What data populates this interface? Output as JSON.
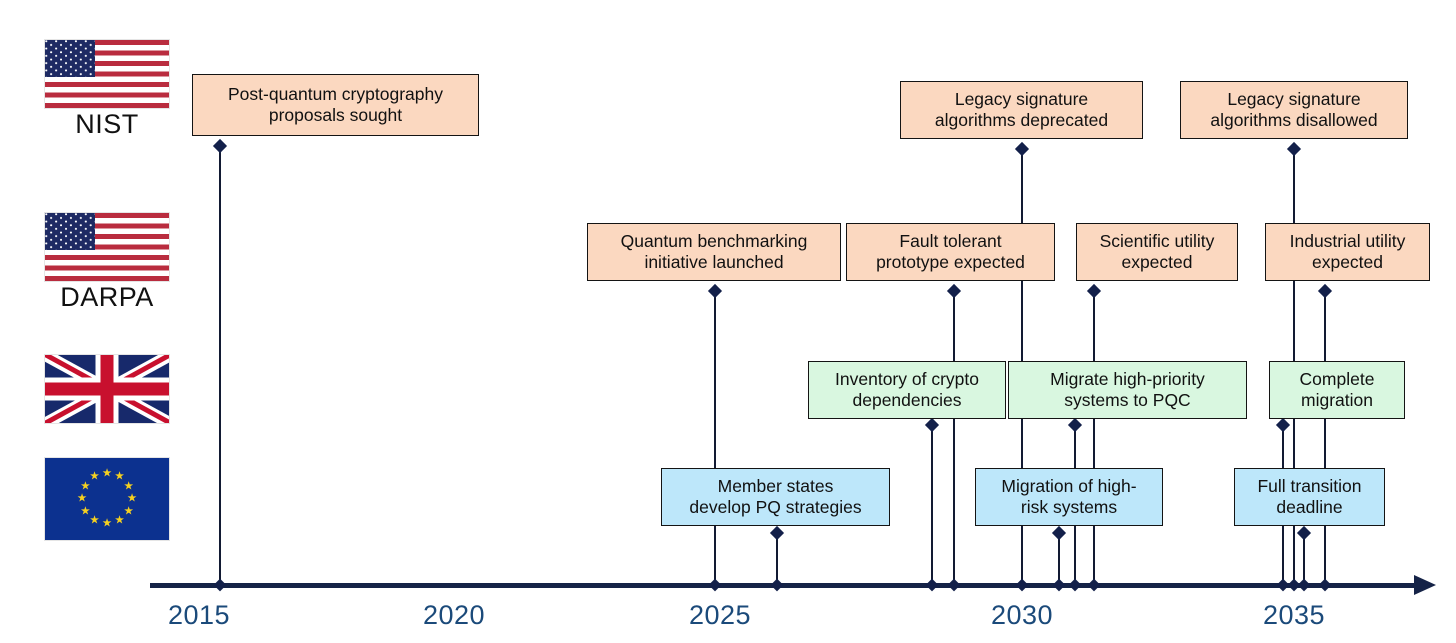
{
  "chart_data": {
    "type": "timeline",
    "title": "",
    "xlabel": "",
    "axis": {
      "ticks": [
        "2015",
        "2020",
        "2025",
        "2030",
        "2035"
      ],
      "range": [
        2013.7,
        2037.5
      ]
    },
    "lanes": [
      {
        "id": "us",
        "color": "#FBD8C0",
        "flags": [
          "us-flag",
          "us-flag"
        ],
        "labels": [
          "NIST",
          "DARPA"
        ]
      },
      {
        "id": "uk",
        "color": "#D9F7E0",
        "flags": [
          "uk-flag"
        ],
        "labels": []
      },
      {
        "id": "eu",
        "color": "#BDE7FA",
        "flags": [
          "eu-flag"
        ],
        "labels": []
      }
    ],
    "events": [
      {
        "lane": "us",
        "row": "top",
        "year": 2015.0,
        "label": "Post-quantum cryptography proposals sought"
      },
      {
        "lane": "us",
        "row": "mid",
        "year": 2025.95,
        "label": "Quantum benchmarking initiative launched"
      },
      {
        "lane": "us",
        "row": "mid",
        "year": 2028.8,
        "label": "Fault tolerant prototype expected"
      },
      {
        "lane": "us",
        "row": "top",
        "year": 2030.0,
        "label": "Legacy signature algorithms deprecated"
      },
      {
        "lane": "us",
        "row": "mid",
        "year": 2031.1,
        "year_label": "",
        "label": "Scientific utility expected"
      },
      {
        "lane": "us",
        "row": "mid",
        "year": 2035.05,
        "label": "Industrial utility expected"
      },
      {
        "lane": "us",
        "row": "top",
        "year": 2035.0,
        "label": "Legacy signature algorithms disallowed"
      },
      {
        "lane": "uk",
        "row": "one",
        "year": 2028.6,
        "label": "Inventory of crypto dependencies"
      },
      {
        "lane": "uk",
        "row": "one",
        "year": 2030.75,
        "label": "Migrate high-priority systems to PQC"
      },
      {
        "lane": "uk",
        "row": "one",
        "year": 2034.8,
        "label": "Complete migration"
      },
      {
        "lane": "eu",
        "row": "one",
        "year": 2026.05,
        "label": "Member states develop PQ strategies"
      },
      {
        "lane": "eu",
        "row": "one",
        "year": 2030.65,
        "label": "Migration of high-risk systems"
      },
      {
        "lane": "eu",
        "row": "one",
        "year": 2035.2,
        "label": "Full transition deadline"
      }
    ]
  },
  "lanes": {
    "nist": {
      "flag_name": "us-flag",
      "label": "NIST"
    },
    "darpa": {
      "flag_name": "us-flag",
      "label": "DARPA"
    },
    "uk": {
      "flag_name": "uk-flag",
      "label": ""
    },
    "eu": {
      "flag_name": "eu-flag",
      "label": ""
    }
  },
  "boxes": {
    "pqc_proposals": "Post-quantum cryptography proposals sought",
    "quantum_benchmarking": "Quantum benchmarking initiative launched",
    "fault_tolerant": "Fault tolerant prototype expected",
    "legacy_deprecated": "Legacy signature algorithms deprecated",
    "scientific_utility": "Scientific utility expected",
    "industrial_utility": "Industrial utility expected",
    "legacy_disallowed": "Legacy signature algorithms disallowed",
    "inventory_crypto": "Inventory of crypto dependencies",
    "migrate_high_priority": "Migrate high-priority systems to PQC",
    "complete_migration": "Complete migration",
    "member_states": "Member states develop PQ strategies",
    "migration_high_risk": "Migration of high-risk systems",
    "full_transition": "Full transition deadline"
  },
  "box_lines": {
    "pqc_proposals": [
      "Post-quantum cryptography",
      "proposals sought"
    ],
    "quantum_benchmarking": [
      "Quantum benchmarking",
      "initiative launched"
    ],
    "fault_tolerant": [
      "Fault tolerant",
      "prototype expected"
    ],
    "legacy_deprecated": [
      "Legacy signature",
      "algorithms deprecated"
    ],
    "scientific_utility": [
      "Scientific utility",
      "expected"
    ],
    "industrial_utility": [
      "Industrial utility",
      "expected"
    ],
    "legacy_disallowed": [
      "Legacy signature",
      "algorithms disallowed"
    ],
    "inventory_crypto": [
      "Inventory of crypto",
      "dependencies"
    ],
    "migrate_high_priority": [
      "Migrate high-priority",
      "systems to PQC"
    ],
    "complete_migration": [
      "Complete",
      "migration"
    ],
    "member_states": [
      "Member states",
      "develop PQ strategies"
    ],
    "migration_high_risk": [
      "Migration of high-",
      "risk systems"
    ],
    "full_transition": [
      "Full transition",
      "deadline"
    ]
  },
  "axis": {
    "years": [
      "2015",
      "2020",
      "2025",
      "2030",
      "2035"
    ],
    "tick_color": "#13204a",
    "label_color": "#1b4a7a"
  },
  "colors": {
    "band_us": "#FBD8C0",
    "band_uk": "#D9F7E0",
    "band_eu": "#BDE7FA",
    "stem": "#121a33",
    "axis": "#152347",
    "box_border": "#141414"
  }
}
